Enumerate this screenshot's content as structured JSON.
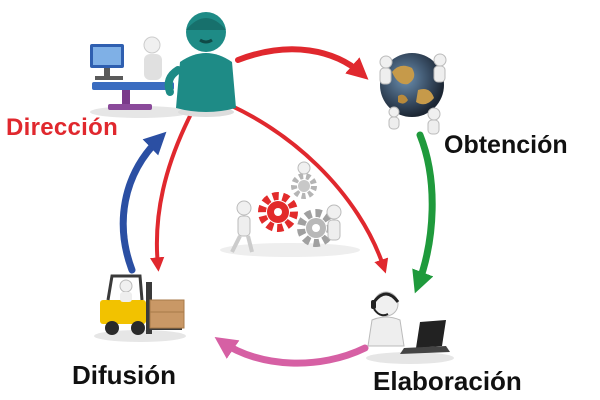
{
  "labels": {
    "direccion": "Dirección",
    "obtencion": "Obtención",
    "elaboracion": "Elaboración",
    "difusion": "Difusión"
  },
  "colors": {
    "red": "#e0282e",
    "green": "#1f9a3c",
    "pink": "#d660a4",
    "blue": "#2b4fa3",
    "figure_teal": "#1e8b86",
    "figure_white": "#f0f0f0",
    "gear_red": "#e22b2b",
    "forklift_yellow": "#f2c200",
    "box_brown": "#c99866",
    "text_dark": "#111111"
  },
  "icons": {
    "direccion": "teal-figure-with-computer-icon",
    "obtencion": "figures-around-globe-icon",
    "center": "figures-with-gears-icon",
    "elaboracion": "figure-with-headset-and-laptop-icon",
    "difusion": "forklift-with-box-icon"
  }
}
